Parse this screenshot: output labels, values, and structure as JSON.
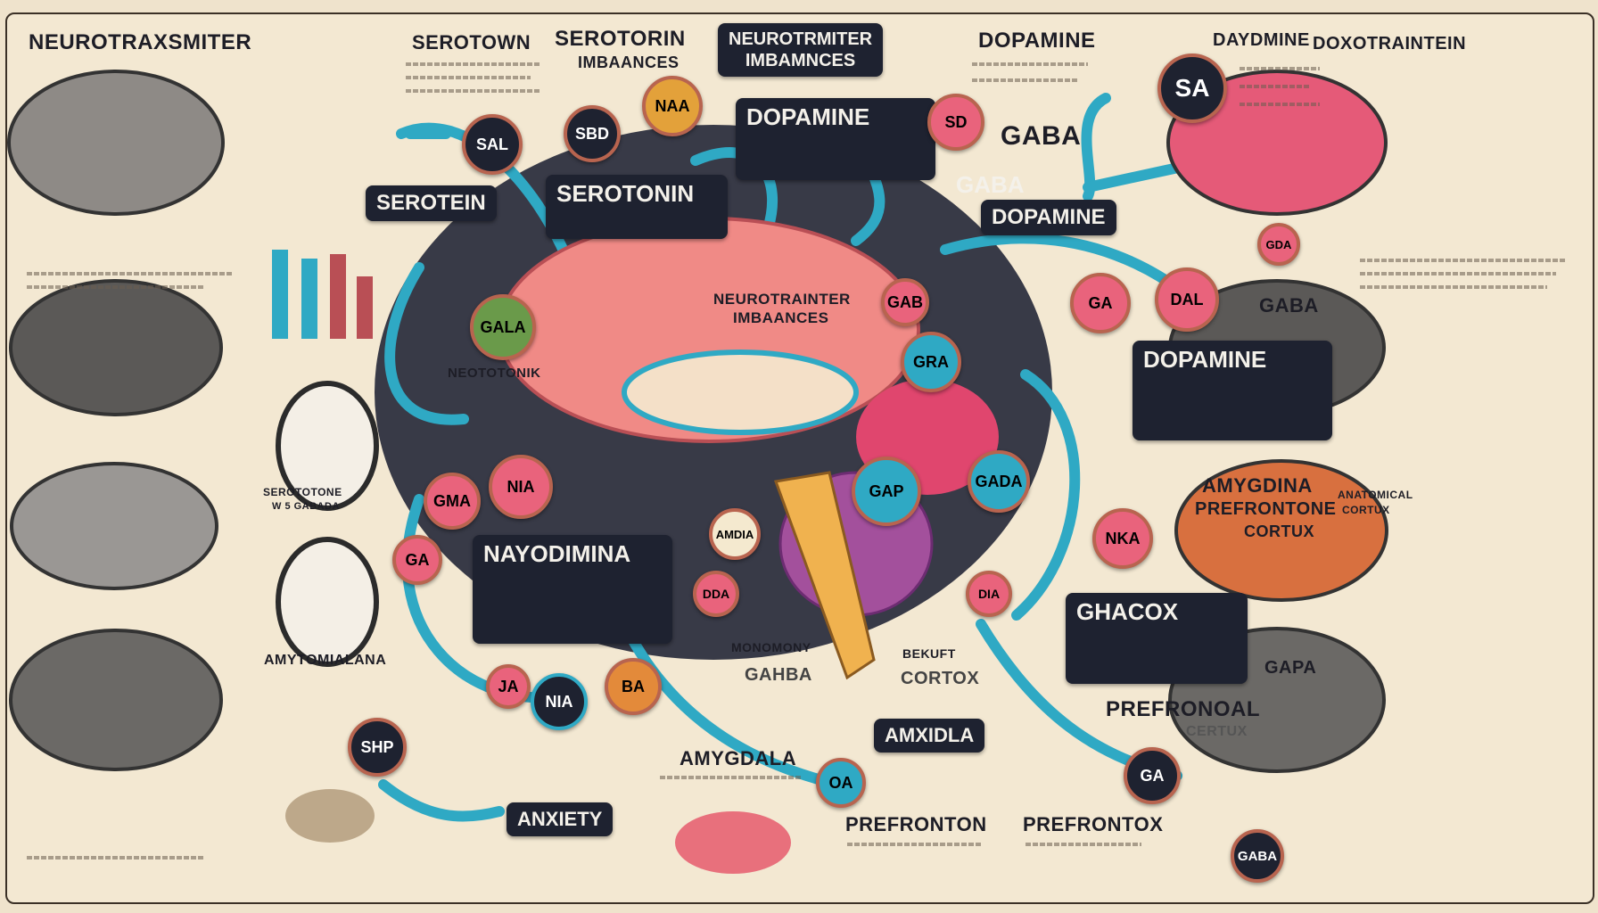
{
  "labels": {
    "neurotraxsmiter": "NEUROTRAXSMITER",
    "serotown": "SEROTOWN",
    "serotorin": "SEROTORIN",
    "imbaances_top": "IMBAANCES",
    "dopamine_top": "DOPAMINE",
    "daydmine": "DAYDMINE",
    "doxotraintein": "DOXOTRAINTEIN",
    "gaba_top": "GABA",
    "gaba_right": "GABA",
    "center_title": "NEUROTRAINTER",
    "center_sub": "IMBAANCES",
    "neototonik": "NEOTOTONIK",
    "sertoone_1": "SEROTOTONE",
    "sertoone_2": "W 5 GABADA",
    "amygdina": "AMYGDINA",
    "prefrontone": "PREFRONTONE",
    "cortux_r": "CORTUX",
    "amytomialana": "AMYTOMIALANA",
    "monomony": "MONOMONY",
    "gahba": "GAHBA",
    "bekuft": "BEKUFT",
    "cortox": "CORTOX",
    "amygdala": "AMYGDALA",
    "prefronton": "PREFRONTON",
    "prefrontox": "PREFRONTOX",
    "prefronoal": "PREFRONOAL",
    "certux": "CERTUX",
    "gapa": "GAPA",
    "anatomical": "ANATOMICAL",
    "cortux2": "CORTUX"
  },
  "boxes": {
    "title_1": "NEUROTRMITER",
    "title_2": "IMBAMNCES",
    "dopamine": "DOPAMINE",
    "serotein": "SEROTEIN",
    "serotonin": "SEROTONIN",
    "gaba": "GABA",
    "dopamine2": "DOPAMINE",
    "dodpamine": "DOPAMINE",
    "nayodimina": "NAYODIMINA",
    "ghacox": "GHACOX",
    "amxidla": "AMXIDLA",
    "anxiety": "ANXIETY"
  },
  "badges": [
    "SAL",
    "SBD",
    "NAA",
    "SD",
    "SA",
    "GALA",
    "GAB",
    "GRA",
    "GA",
    "DAL",
    "GMA",
    "NIA",
    "GA",
    "AMDIA",
    "GAP",
    "GADA",
    "NKA",
    "DDA",
    "DIA",
    "JA",
    "NIA",
    "BA",
    "SHP",
    "GA",
    "OA",
    "GABA",
    "GDA"
  ],
  "colors": {
    "teal": "#2fa9c4",
    "pink": "#e9637c",
    "brain_pink": "#f08a86",
    "dark": "#1e2230",
    "orange": "#e38a3a",
    "paper": "#f3e8d2"
  }
}
